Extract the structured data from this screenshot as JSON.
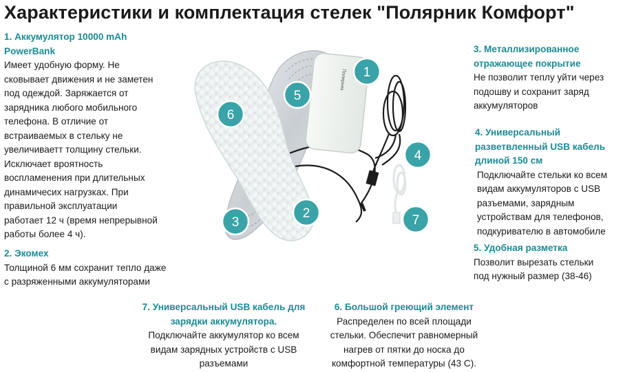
{
  "title": "Характеристики и комплектация стелек \"Полярник Комфорт\"",
  "sections": {
    "s1": {
      "heading": "1. Аккумулятор 10000 mAh\nPowerBank",
      "text": "Имеет удобную форму. Не\nсковывает движения и не заметен\nпод одеждой. Заряжается от\nзарядника любого мобильного\nтелефона.  В отличие от\nвстраиваемых в стельку не\nувеличиваетт толщину стельки.\nИсключает вроятность\nвоспламенения при длительных\nдинамичесих нагрузках.  При\nправильной эксплуатации\nработает 12 ч (время непрерывной\nработы  более 4 ч)."
    },
    "s2": {
      "heading": "2. Экомех",
      "text": "Толщиной 6 мм сохранит тепло даже\nс разряженными аккумуляторами"
    },
    "s3": {
      "heading": "3. Металлизированное\nотражающее покрытие",
      "text": "Не позволит теплу уйти через\nподошву и сохранит заряд\nаккумуляторов"
    },
    "s4": {
      "heading": "4. Универсальный\nразветвленный USB кабель\nдлиной 150 см",
      "text": "Подключайте стельки ко всем\nвидам аккумуляторов с USB\nразъемами, зарядным\nустройствам для телефонов,\nподкуривателю в автомобиле"
    },
    "s5": {
      "heading": "5. Удобная разметка",
      "text": "Позволит вырезать стельки\nпод нужный размер (38-46)"
    },
    "s6": {
      "heading": "6. Большой греющий элемент",
      "text": "Распределен по всей площади\nстельки. Обеспечит равномерный\nнагрев от пятки до носка до\nкомфортной температуры (43 С)."
    },
    "s7": {
      "heading": "7. Универсальный USB кабель для\nзарядки аккумулятора.",
      "text": "Подключайте аккумулятор ко всем\nвидам  зарядных устройств с USB\nразъемами"
    }
  },
  "photo": {
    "markers": [
      "1",
      "2",
      "3",
      "4",
      "5",
      "6",
      "7"
    ],
    "powerbank_label": "Полярник",
    "marker_color": "#3aa3a7"
  }
}
